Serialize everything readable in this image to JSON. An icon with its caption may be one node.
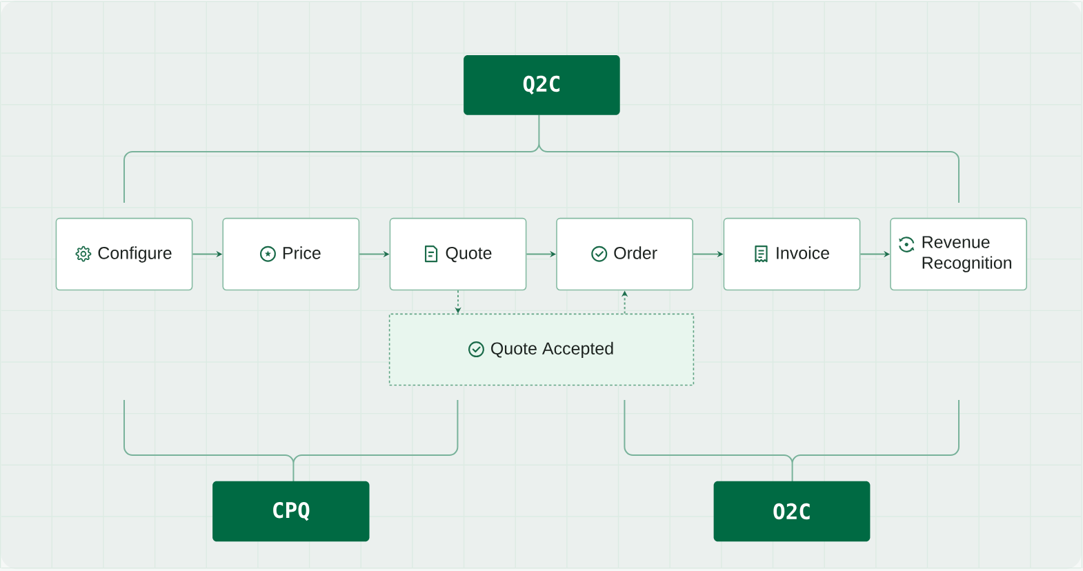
{
  "diagram": {
    "nodes": [
      {
        "text": [
          "Q2C"
        ]
      },
      {
        "text": [
          "Configure"
        ]
      },
      {
        "text": [
          "Price"
        ]
      },
      {
        "text": [
          "Quote"
        ]
      },
      {
        "text": [
          "Order"
        ]
      },
      {
        "text": [
          "Invoice"
        ]
      },
      {
        "text": [
          "Revenue Recognition"
        ]
      },
      {
        "text": [
          "Quote Accepted"
        ]
      },
      {
        "text": [
          "CPQ"
        ]
      },
      {
        "text": [
          "O2C"
        ]
      }
    ],
    "edges": [
      {
        "from": 1,
        "to": 2,
        "arrow": "to"
      },
      {
        "from": 2,
        "to": 3,
        "arrow": "to"
      },
      {
        "from": 3,
        "to": 4,
        "arrow": "to"
      },
      {
        "from": 4,
        "to": 5,
        "arrow": "to"
      },
      {
        "from": 5,
        "to": 6,
        "arrow": "to"
      },
      {
        "from": 3,
        "to": 7,
        "arrow": "to",
        "style": "dashed"
      },
      {
        "from": 7,
        "to": 4,
        "arrow": "to",
        "style": "dashed"
      }
    ]
  }
}
